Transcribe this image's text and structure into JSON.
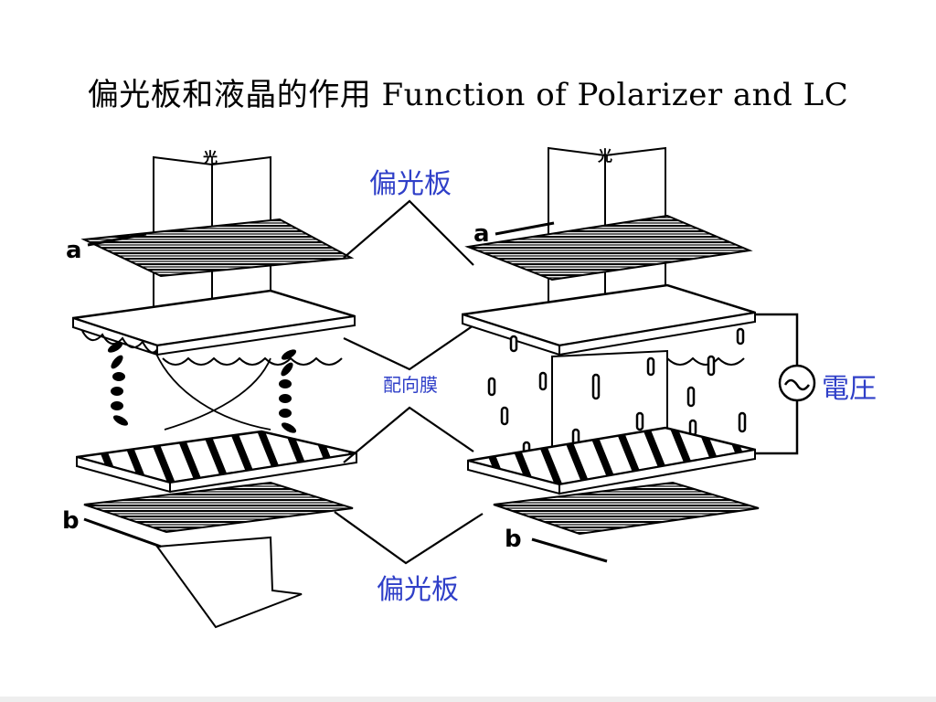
{
  "slide": {
    "title": "偏光板和液晶的作用  Function of  Polarizer and LC",
    "labels": {
      "polarizer_top": "偏光板",
      "alignment_film": "配向膜",
      "polarizer_bottom": "偏光板",
      "voltage": "電圧"
    },
    "figure_text": {
      "light_left": "光",
      "light_right": "光",
      "a_left": "a",
      "b_left": "b",
      "a_right": "a",
      "b_right": "b"
    },
    "colors": {
      "label_blue": "#2f3fc8",
      "line": "#000000"
    },
    "icons": {
      "ac_source": "ac-source-icon"
    }
  }
}
